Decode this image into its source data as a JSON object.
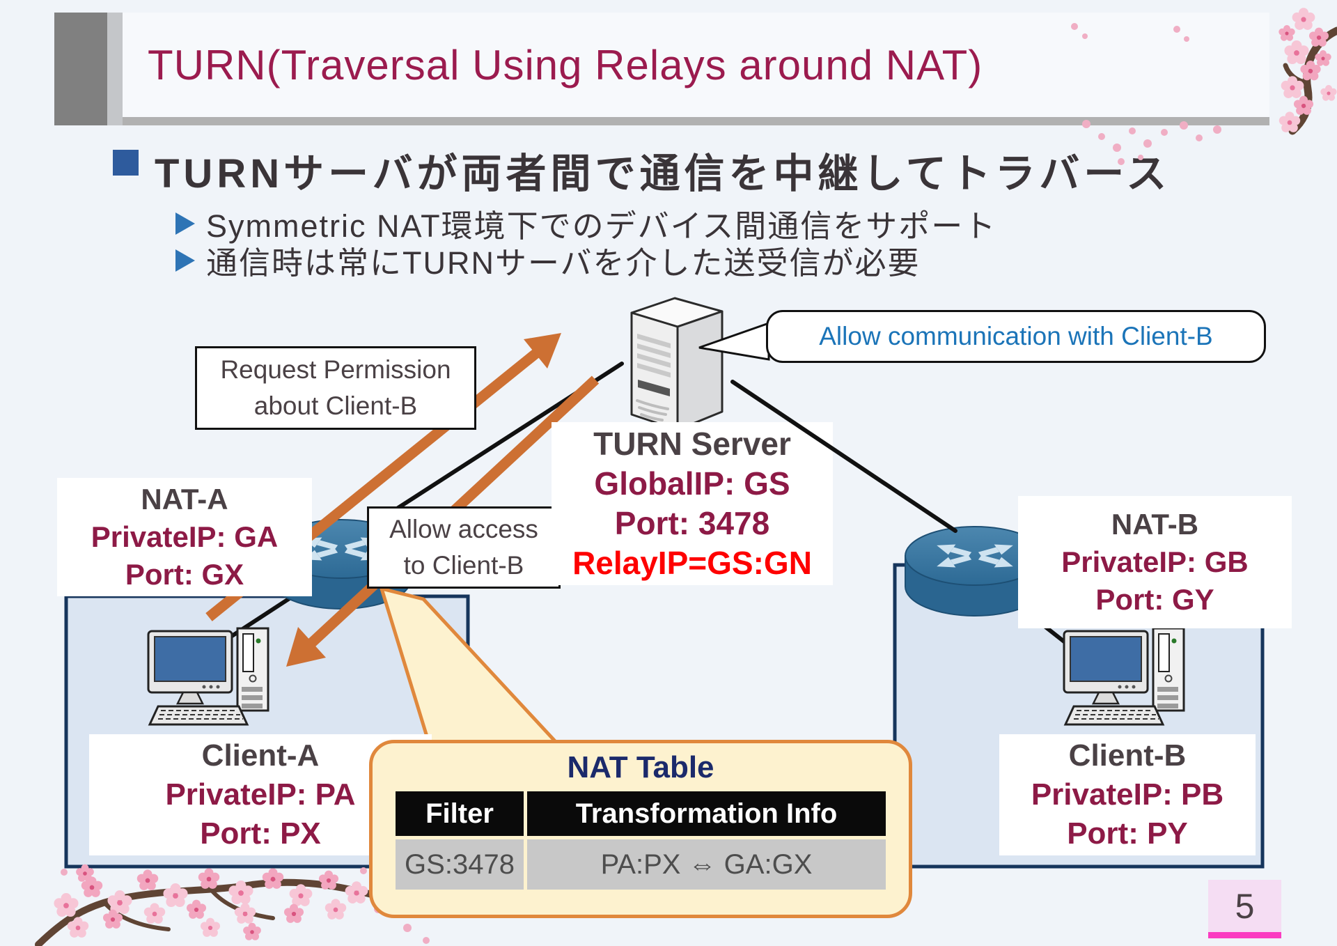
{
  "slide": {
    "title": "TURN(Traversal Using Relays around NAT)",
    "bullet": "TURNサーバが両者間で通信を中継してトラバース",
    "sub_bullets": [
      "Symmetric NAT環境下でのデバイス間通信をサポート",
      "通信時は常にTURNサーバを介した送受信が必要"
    ],
    "page_number": "5"
  },
  "diagram": {
    "turn_server": {
      "name": "TURN Server",
      "global_ip": "GlobalIP: GS",
      "port": "Port: 3478",
      "relay": "RelayIP=GS:GN"
    },
    "nat_a": {
      "name": "NAT-A",
      "private_ip": "PrivateIP: GA",
      "port": "Port: GX"
    },
    "nat_b": {
      "name": "NAT-B",
      "private_ip": "PrivateIP: GB",
      "port": "Port: GY"
    },
    "client_a": {
      "name": "Client-A",
      "private_ip": "PrivateIP: PA",
      "port": "Port: PX"
    },
    "client_b": {
      "name": "Client-B",
      "private_ip": "PrivateIP: PB",
      "port": "Port: PY"
    },
    "callouts": {
      "request_permission": [
        "Request Permission",
        "about Client-B"
      ],
      "allow_access": [
        "Allow access",
        "to Client-B"
      ],
      "allow_communication": "Allow communication with Client-B"
    },
    "nat_table": {
      "title": "NAT Table",
      "headers": [
        "Filter",
        "Transformation Info"
      ],
      "rows": [
        [
          "GS:3478",
          "PA:PX ⇔ GA:GX"
        ]
      ]
    }
  },
  "colors": {
    "title_text": "#9b1b4e",
    "body_text": "#3a3438",
    "label_name": "#4a4145",
    "label_ip": "#8d1a46",
    "relay_red": "#fe0000",
    "bubble_blue": "#1b74b8",
    "arrow_orange": "#cd7033",
    "lan_fill": "#dbe5f2",
    "lan_border": "#16355c",
    "callout_fill": "#fdf2cf",
    "callout_border": "#e0883c",
    "page_badge_pink": "#fb3cc1"
  }
}
